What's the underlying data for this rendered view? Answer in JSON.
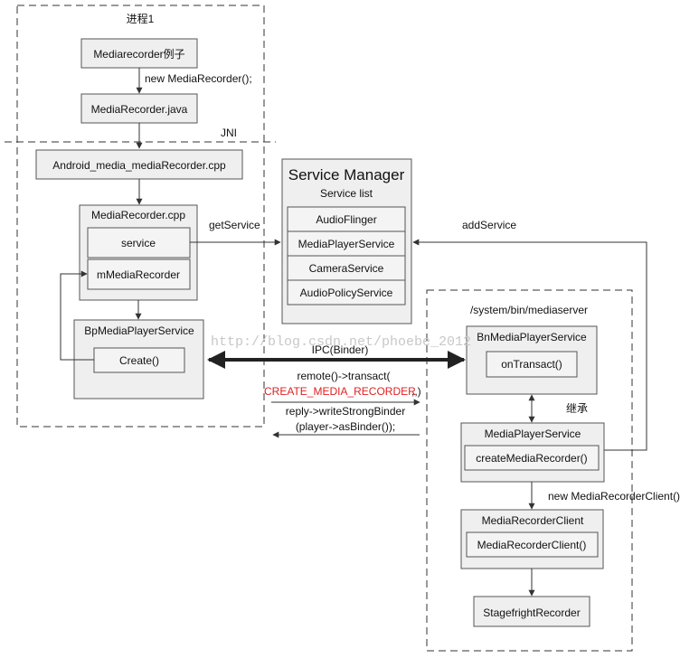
{
  "process1": {
    "title": "进程1",
    "mediarecorder_example": "Mediarecorder例子",
    "new_mediarecorder": "new MediaRecorder();",
    "mediarecorder_java": "MediaRecorder.java",
    "jni": "JNI",
    "android_media_cpp": "Android_media_mediaRecorder.cpp",
    "mediarecorder_cpp": "MediaRecorder.cpp",
    "service": "service",
    "mmediarecorder": "mMediaRecorder",
    "bp_player_service": "BpMediaPlayerService",
    "create": "Create()"
  },
  "service_manager": {
    "title": "Service Manager",
    "subtitle": "Service list",
    "items": [
      "AudioFlinger",
      "MediaPlayerService",
      "CameraService",
      "AudioPolicyService"
    ]
  },
  "edges": {
    "get_service": "getService",
    "add_service": "addService",
    "ipc": "IPC(Binder)",
    "transact_line1": "remote()->transact(",
    "transact_code": "CREATE_MEDIA_RECORDER",
    "transact_tail": ",,)",
    "reply_line1": "reply->writeStrongBinder",
    "reply_line2": "(player->asBinder());",
    "inherit": "继承",
    "new_client": "new MediaRecorderClient()"
  },
  "mediaserver": {
    "title": "/system/bin/mediaserver",
    "bn_player_service": "BnMediaPlayerService",
    "on_transact": "onTransact()",
    "player_service": "MediaPlayerService",
    "create_recorder": "createMediaRecorder()",
    "recorder_client": "MediaRecorderClient",
    "recorder_client_ctor": "MediaRecorderClient()",
    "stagefright": "StagefrightRecorder"
  },
  "watermark": "http://blog.csdn.net/phoebe_2012",
  "colors": {
    "box_fill": "#efefef",
    "stroke": "#555555",
    "highlight_text": "#e02020"
  }
}
